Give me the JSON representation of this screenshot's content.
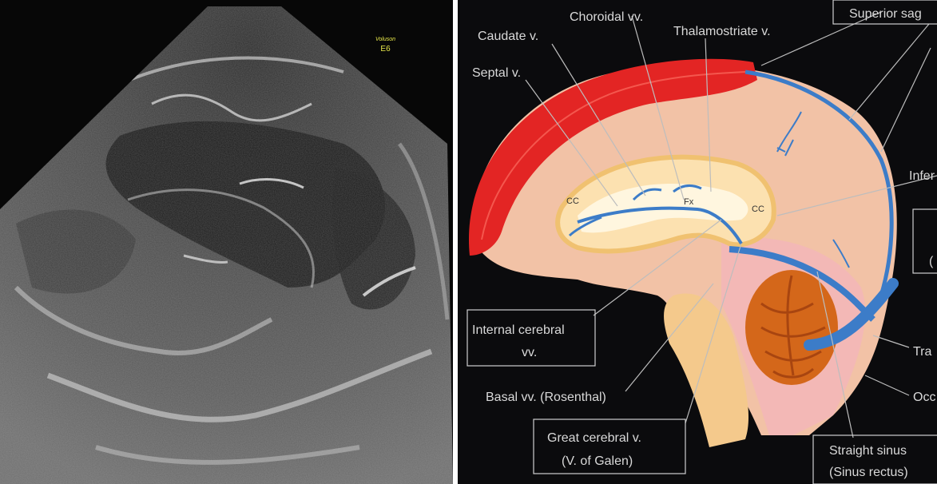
{
  "ultrasound": {
    "brand": "Voluson",
    "model": "E6"
  },
  "diagram": {
    "labels": {
      "superior_sag": "Superior sag",
      "choroidal": "Choroidal vv.",
      "caudate": "Caudate v.",
      "thalamostriate": "Thalamostriate v.",
      "septal": "Septal v.",
      "inferior": "Infer",
      "cc_left": "CC",
      "fx": "Fx",
      "cc_right": "CC",
      "internal_cerebral_1": "Internal cerebral",
      "internal_cerebral_2": "vv.",
      "basal": "Basal vv. (Rosenthal)",
      "great_cerebral_1": "Great cerebral v.",
      "great_cerebral_2": "(V. of Galen)",
      "straight_sinus_1": "Straight sinus",
      "straight_sinus_2": "(Sinus rectus)",
      "transverse": "Tra",
      "occipital": "Occ",
      "box_right": "("
    }
  }
}
